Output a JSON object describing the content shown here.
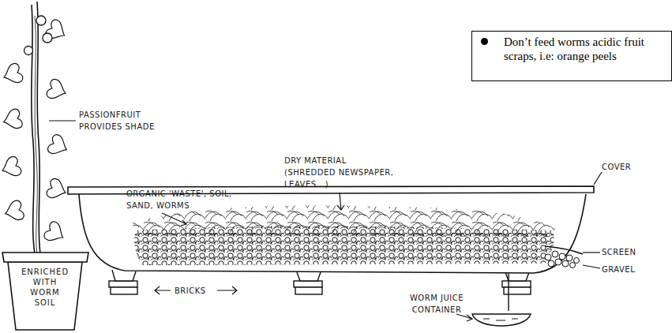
{
  "diagram": {
    "nodes": [
      {
        "text": [
          "Don’t feed worms acidic fruit scraps, i.e: orange peels"
        ]
      },
      {
        "text": [
          "ENRICHED WITH WORM SOIL"
        ]
      }
    ],
    "labels": [
      "PASSIONFRUIT PROVIDES SHADE",
      "ORGANIC 'WASTE', SOIL, SAND, WORMS",
      "DRY MATERIAL (SHREDDED NEWSPAPER, LEAVES...)",
      "COVER",
      "SCREEN",
      "GRAVEL",
      "BRICKS",
      "WORM JUICE CONTAINER"
    ]
  }
}
